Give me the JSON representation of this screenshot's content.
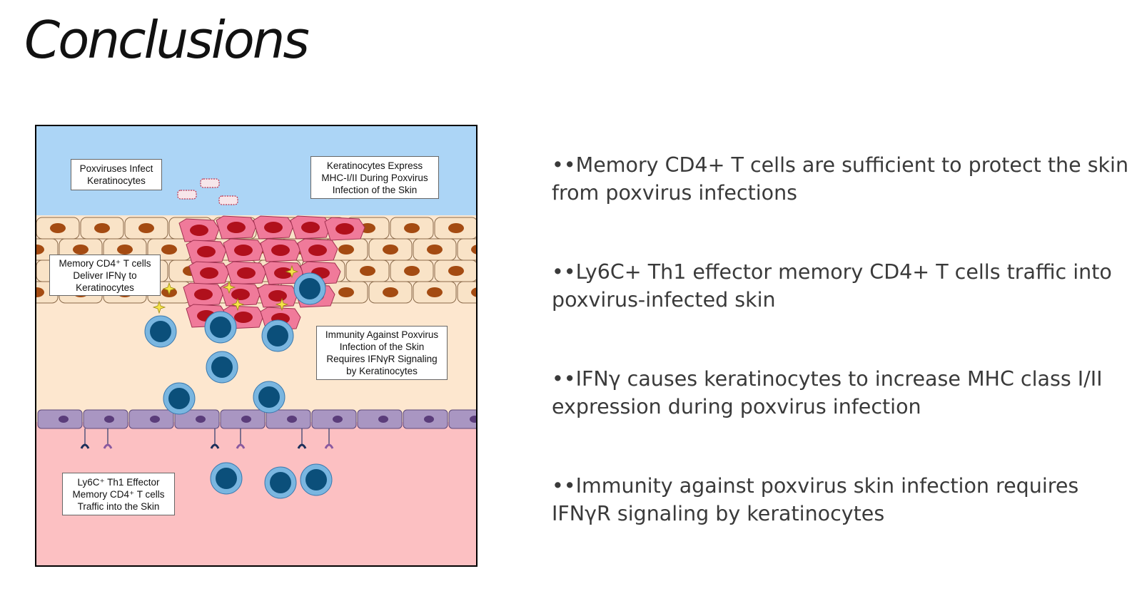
{
  "slide": {
    "title": "Conclusions"
  },
  "figure": {
    "labels": {
      "poxviruses_infect": "Poxviruses Infect\nKeratinocytes",
      "keratinocytes_express": "Keratinocytes Express\nMHC-I/II During Poxvirus\nInfection of the Skin",
      "memory_deliver": "Memory CD4⁺ T cells\nDeliver IFNγ to\nKeratinocytes",
      "immunity_requires": "Immunity Against Poxvirus\nInfection of the Skin\nRequires IFNγR Signaling\nby Keratinocytes",
      "ly6c_traffic": "Ly6C⁺ Th1 Effector\nMemory CD4⁺ T cells\nTraffic into the Skin"
    },
    "colors": {
      "sky": "#acd5f6",
      "epidermis": "#fde7cf",
      "dermis": "#fcc0c2",
      "keratinocyte": "#f9e3c7",
      "keratinocyte_nucleus": "#a44b12",
      "infected_cell": "#f07a9a",
      "infected_nucleus": "#b0101c",
      "t_cell": "#7ab6e0",
      "t_cell_nucleus": "#0b4f7a",
      "vessel": "#a996c2"
    }
  },
  "bullets": [
    {
      "marker": "••",
      "text_html": "Memory CD4<sup>+</sup> T cells are sufficient to protect the skin from poxvirus infections",
      "text": "Memory CD4+ T cells are sufficient to protect the skin from poxvirus infections"
    },
    {
      "marker": "••",
      "text": "Ly6C+ Th1 effector memory CD4+ T cells traffic into poxvirus-infected skin"
    },
    {
      "marker": "••",
      "text": "IFNγ causes keratinocytes to increase MHC class I/II expression during poxvirus infection"
    },
    {
      "marker": "••",
      "text": "Immunity against poxvirus skin infection requires IFNγR signaling by keratinocytes"
    }
  ]
}
